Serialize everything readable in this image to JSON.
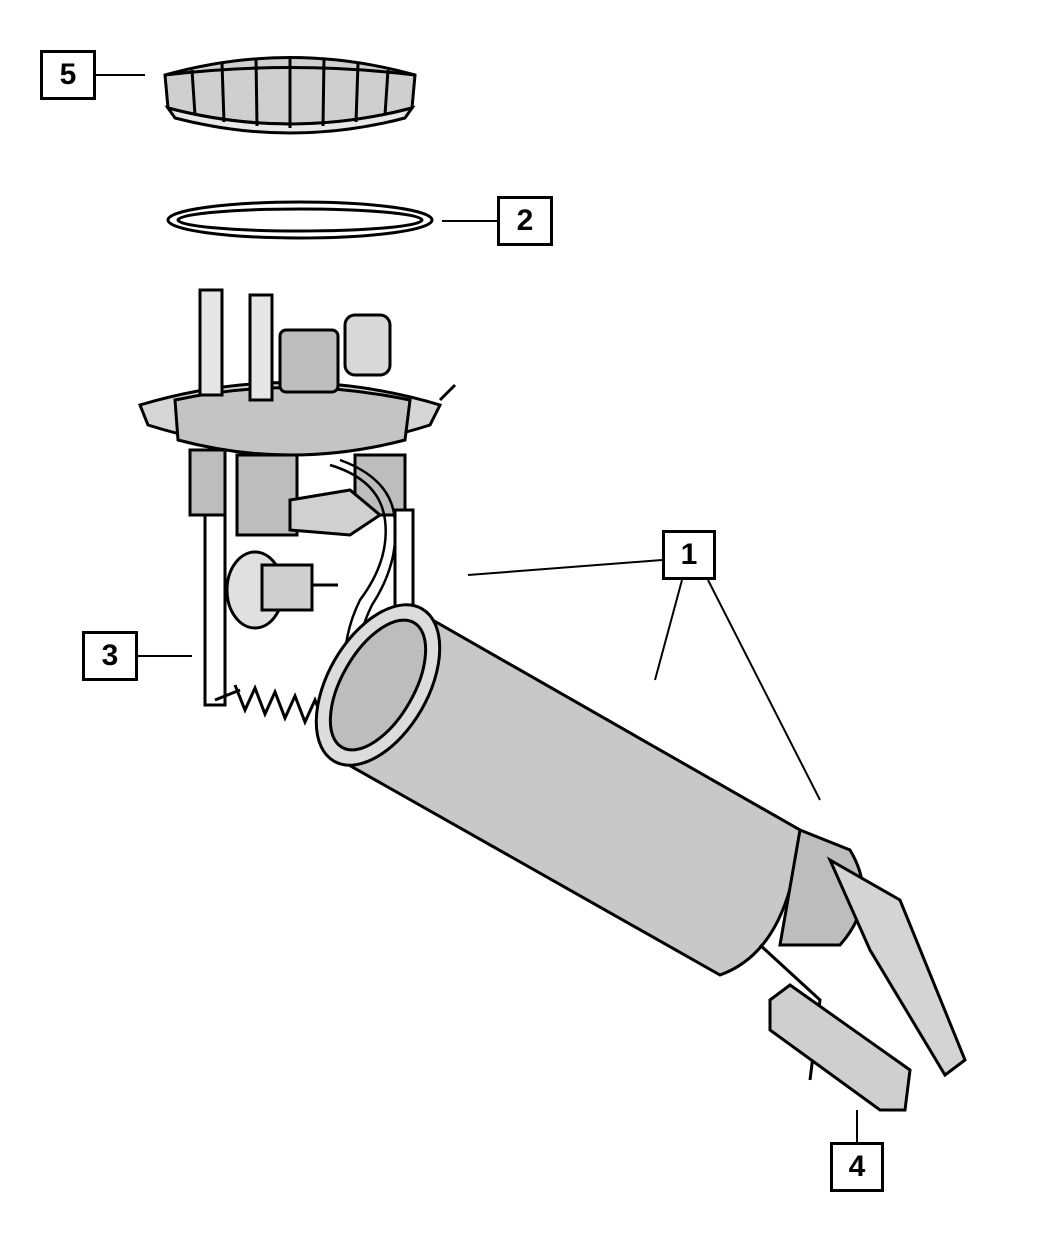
{
  "diagram": {
    "line_color": "#000000",
    "shade_color": "#bdbdbd",
    "callouts": [
      {
        "id": "c5",
        "label": "5",
        "part": "lock-ring"
      },
      {
        "id": "c2",
        "label": "2",
        "part": "o-ring-seal"
      },
      {
        "id": "c1",
        "label": "1",
        "part": "fuel-pump-module"
      },
      {
        "id": "c3",
        "label": "3",
        "part": "pressure-regulator"
      },
      {
        "id": "c4",
        "label": "4",
        "part": "fuel-level-sender-float"
      }
    ]
  }
}
